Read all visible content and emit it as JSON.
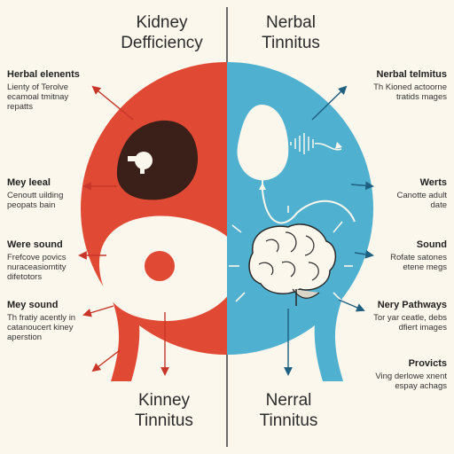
{
  "titles": {
    "top_left": "Kidney\nDefficiency",
    "top_right": "Nerbal\nTinnitus",
    "bottom_left": "Kinney\nTinnitus",
    "bottom_right": "Nerral\nTinnitus"
  },
  "left_labels": [
    {
      "heading": "Herbal elenents",
      "body": "Lienty of Terolve\necamoal tmitnay\nrepatts"
    },
    {
      "heading": "Mey leeal",
      "body": "Cenoutt uilding\npeopats bain"
    },
    {
      "heading": "Were sound",
      "body": "Frefcove povics\nnuraceasiomtity\ndifetotors"
    },
    {
      "heading": "Mey sound",
      "body": "Th fratiy acently in\ncatanoucert kiney\naperstion"
    }
  ],
  "right_labels": [
    {
      "heading": "Nerbal telmitus",
      "body": "Th Kioned actoorne\ntratids mages"
    },
    {
      "heading": "Werts",
      "body": "Canotte adult\ndate"
    },
    {
      "heading": "Sound",
      "body": "Rofate satones\netene megs"
    },
    {
      "heading": "Nery Pathways",
      "body": "Tor yar ceatle, debs\ndfiert images"
    },
    {
      "heading": "Provicts",
      "body": "Ving derlowe xnent\nespay achags"
    }
  ],
  "colors": {
    "left_half": "#e04a34",
    "right_half": "#4fb0cf",
    "kidney": "#3b1f19",
    "arrow_left": "#c8362a",
    "arrow_right": "#1f5f80",
    "background": "#fbf7ec"
  }
}
